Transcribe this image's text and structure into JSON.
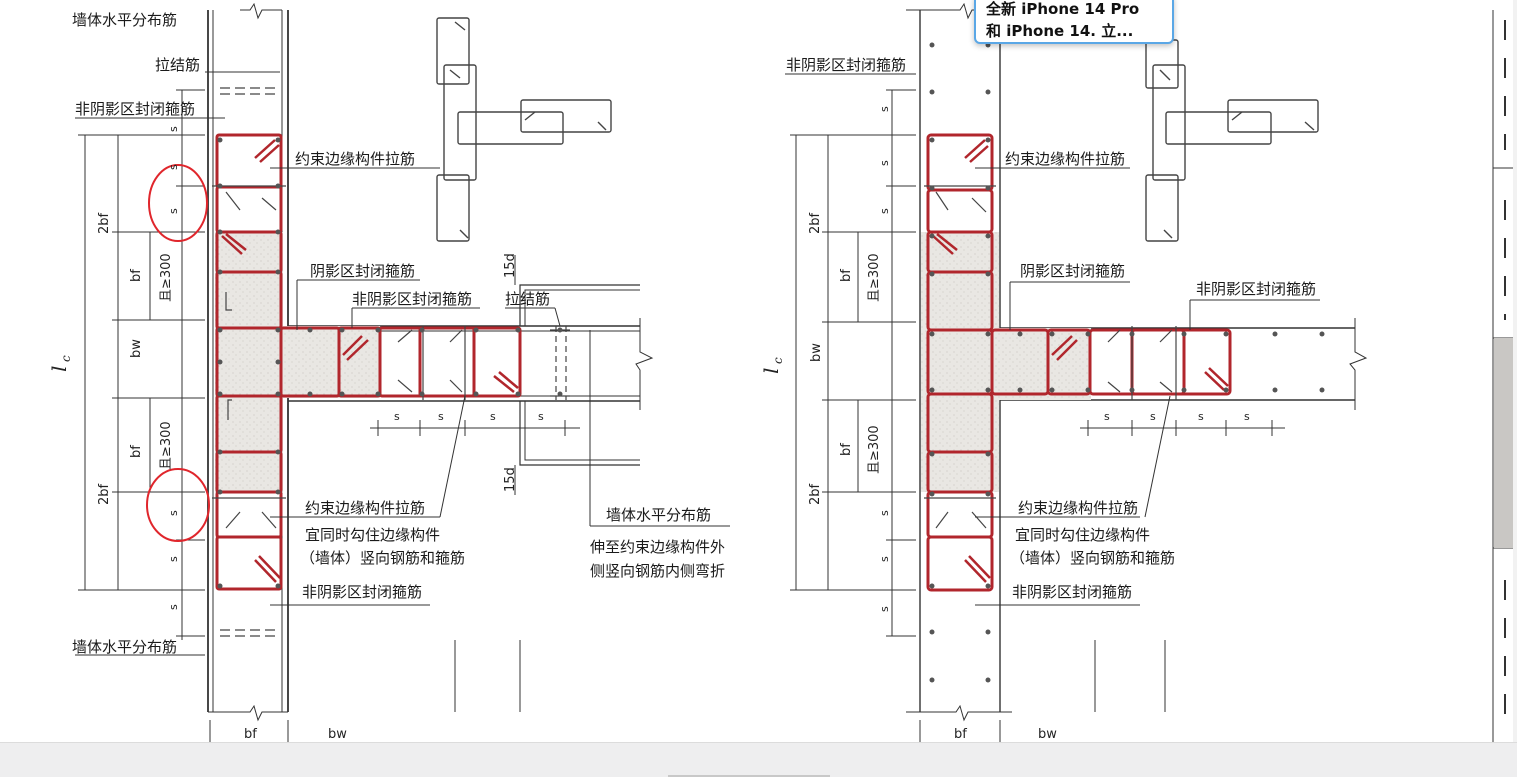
{
  "tooltip": {
    "line1": "全新 iPhone 14 Pro",
    "line2": "和 iPhone 14. 立..."
  },
  "left_figure": {
    "labels": {
      "wall_horizontal_top": "墙体水平分布筋",
      "tie_bar_top": "拉结筋",
      "non_shadow_hoop_top": "非阴影区封闭箍筋",
      "edge_tie_top": "约束边缘构件拉筋",
      "shadow_hoop": "阴影区封闭箍筋",
      "non_shadow_hoop_mid": "非阴影区封闭箍筋",
      "tie_bar_mid": "拉结筋",
      "edge_tie_bottom": "约束边缘构件拉筋",
      "edge_tie_note_1": "宜同时勾住边缘构件",
      "edge_tie_note_2": "（墙体）竖向钢筋和箍筋",
      "non_shadow_hoop_bottom": "非阴影区封闭箍筋",
      "wall_horizontal_bottom": "墙体水平分布筋",
      "wall_horizontal_right": "墙体水平分布筋",
      "extend_note_1": "伸至约束边缘构件外",
      "extend_note_2": "侧竖向钢筋内侧弯折"
    },
    "dims": {
      "s": "s",
      "two_bf": "2bf",
      "bf": "bf",
      "ge_300": "且≥300",
      "bw": "bw",
      "lc": "l",
      "lc_sub": "c",
      "d15": "15d"
    }
  },
  "right_figure": {
    "labels": {
      "non_shadow_hoop_top": "非阴影区封闭箍筋",
      "edge_tie_top": "约束边缘构件拉筋",
      "shadow_hoop": "阴影区封闭箍筋",
      "non_shadow_hoop_mid": "非阴影区封闭箍筋",
      "edge_tie_bottom": "约束边缘构件拉筋",
      "edge_tie_note_1": "宜同时勾住边缘构件",
      "edge_tie_note_2": "（墙体）竖向钢筋和箍筋",
      "non_shadow_hoop_bottom": "非阴影区封闭箍筋"
    },
    "dims": {
      "s": "s",
      "two_bf": "2bf",
      "bf": "bf",
      "ge_300": "且≥300",
      "bw": "bw",
      "lc": "l",
      "lc_sub": "c"
    }
  },
  "colors": {
    "rebar_red": "#b1262c",
    "annotation_red": "#e0262c",
    "line_dark": "#333333",
    "shade": "#e6e4e0",
    "tooltip_border": "#5aa7e6"
  }
}
